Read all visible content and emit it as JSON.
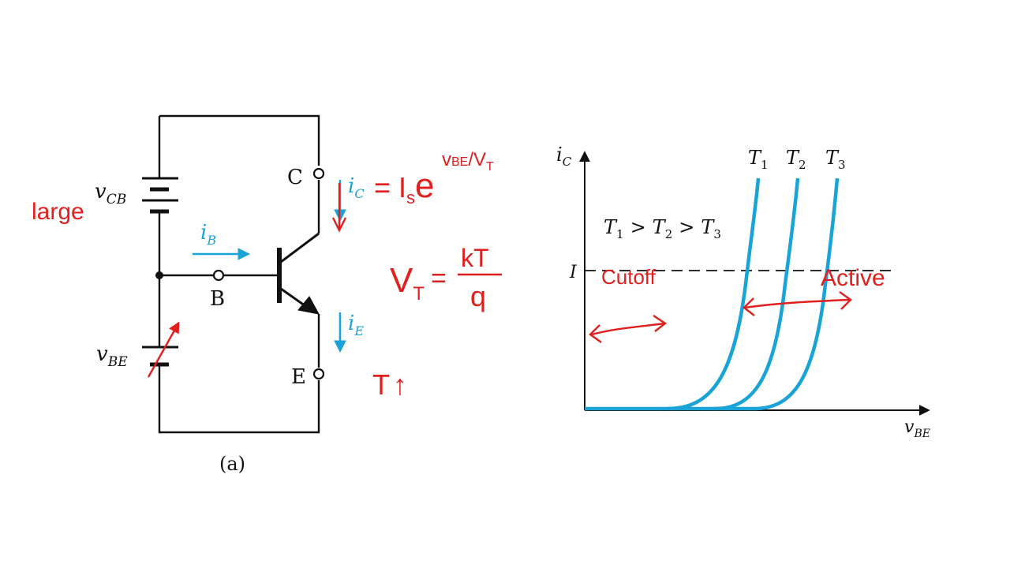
{
  "circuit": {
    "caption": "(a)",
    "vcb_label": {
      "main": "v",
      "sub": "CB"
    },
    "vbe_label": {
      "main": "v",
      "sub": "BE"
    },
    "collector": "C",
    "base": "B",
    "emitter": "E",
    "ib_label": {
      "main": "i",
      "sub": "B"
    },
    "ic_label": {
      "main": "i",
      "sub": "C"
    },
    "ie_label": {
      "main": "i",
      "sub": "E"
    }
  },
  "graph": {
    "y_axis": {
      "main": "i",
      "sub": "C"
    },
    "x_axis": {
      "main": "v",
      "sub": "BE"
    },
    "level_label": "I",
    "curves": [
      {
        "main": "T",
        "sub": "1"
      },
      {
        "main": "T",
        "sub": "2"
      },
      {
        "main": "T",
        "sub": "3"
      }
    ],
    "relation": {
      "a": "T",
      "a_sub": "1",
      "b": "T",
      "b_sub": "2",
      "c": "T",
      "c_sub": "3",
      "op": ">"
    }
  },
  "annotations": {
    "large": "large",
    "equation_lhs": "= I",
    "equation_sub": "s",
    "equation_base": "e",
    "exponent": "v",
    "exponent_sub": "BE",
    "exponent_tail": "/V",
    "exponent_tail_sub": "T",
    "vt_lhs": "V",
    "vt_sub": "T",
    "vt_eq": "=",
    "vt_num": "kT",
    "vt_den": "q",
    "temp": "T",
    "temp_arrow": "↑",
    "cutoff": "Cutoff",
    "active": "Active"
  },
  "colors": {
    "ink": "#111111",
    "blue": "#1aa3d6",
    "red": "#e21f1f"
  }
}
